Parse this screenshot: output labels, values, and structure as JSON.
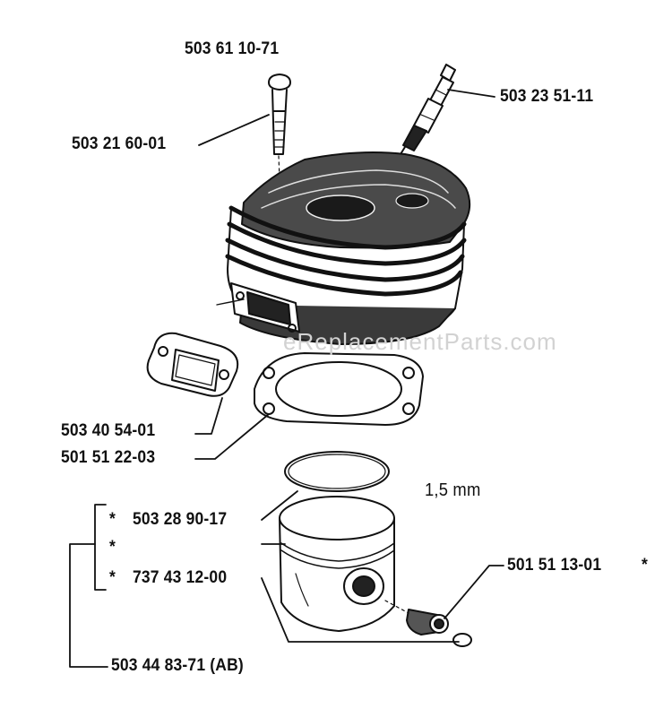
{
  "parts": {
    "p1": "503 61 10-71",
    "p2": "503 21 60-01",
    "p3": "503 23 51-11",
    "p4": "503 40 54-01",
    "p5": "501 51 22-03",
    "p6": "503 28 90-17",
    "p7": "737 43 12-00",
    "p8": "501 51 13-01",
    "p9": "503 44 83-71 (AB)"
  },
  "marks": {
    "star_a": "*",
    "star_b": "*",
    "star_c": "*",
    "star_d": "*"
  },
  "dimension": "1,5 mm",
  "watermark": "eReplacementParts.com"
}
